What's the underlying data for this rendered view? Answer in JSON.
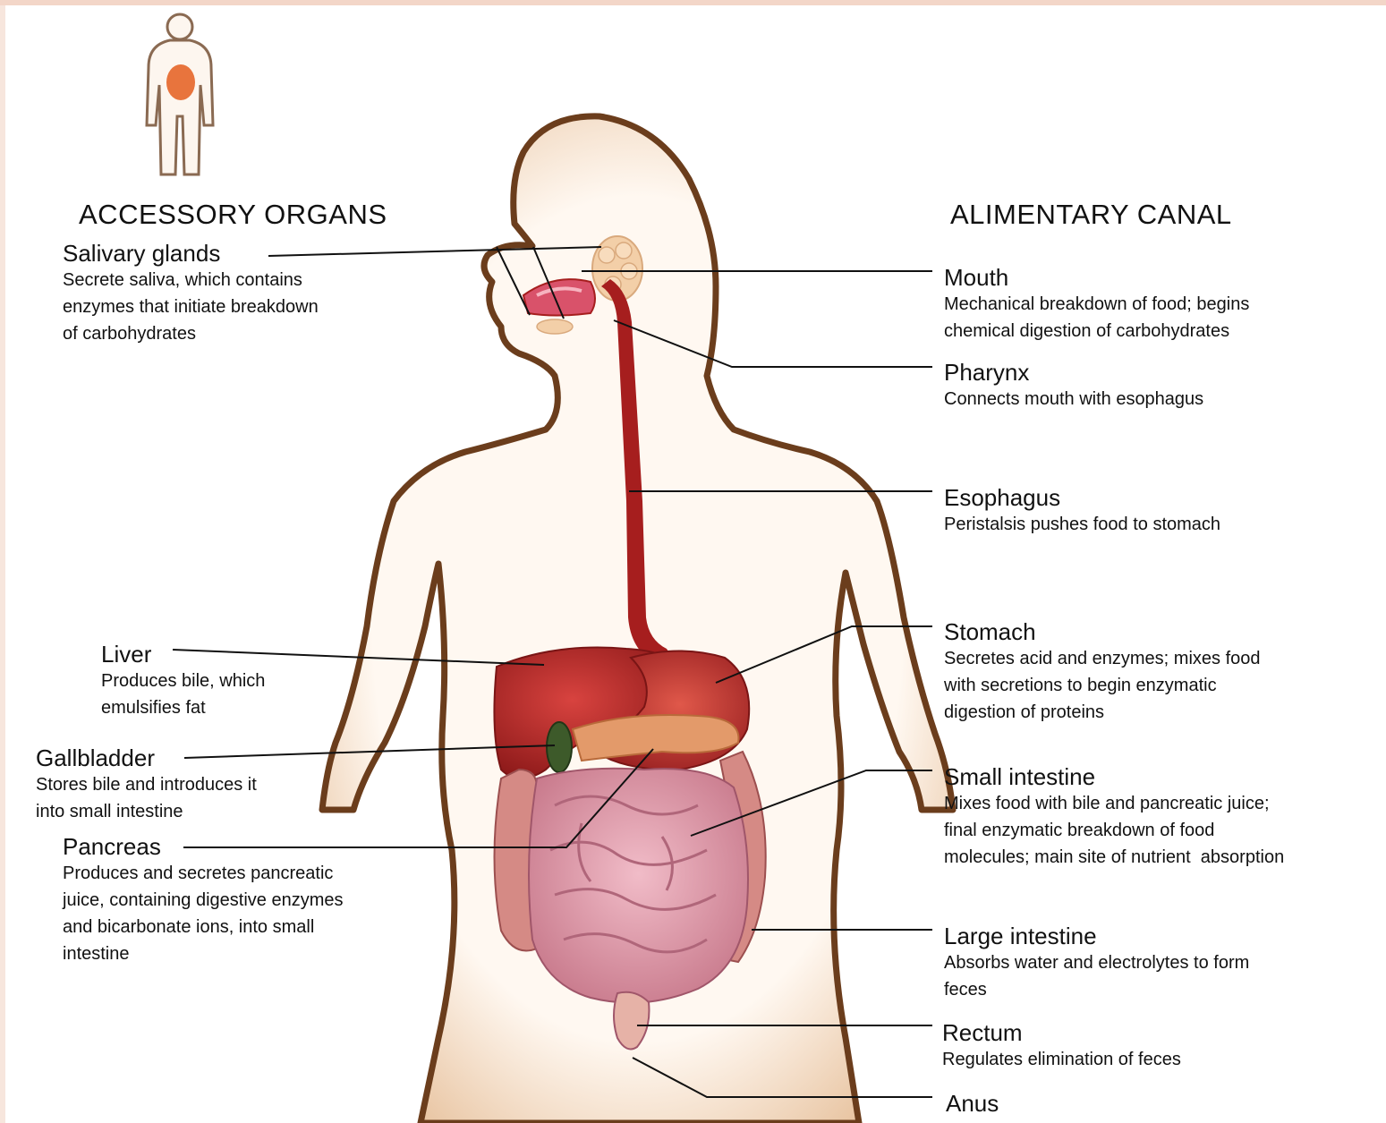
{
  "headings": {
    "left": "ACCESSORY  ORGANS",
    "right": "ALIMENTARY CANAL"
  },
  "accessory": [
    {
      "name": "Salivary glands",
      "desc": "Secrete saliva, which contains\nenzymes that initiate breakdown\nof carbohydrates"
    },
    {
      "name": "Liver",
      "desc": "Produces bile, which\nemulsifies fat"
    },
    {
      "name": "Gallbladder",
      "desc": "Stores bile and introduces it\ninto small intestine"
    },
    {
      "name": "Pancreas",
      "desc": "Produces and secretes pancreatic\njuice, containing digestive enzymes\nand bicarbonate ions, into small\nintestine"
    }
  ],
  "canal": [
    {
      "name": "Mouth",
      "desc": "Mechanical breakdown of food; begins\nchemical digestion of carbohydrates"
    },
    {
      "name": "Pharynx",
      "desc": "Connects mouth with esophagus"
    },
    {
      "name": "Esophagus",
      "desc": "Peristalsis pushes food to stomach"
    },
    {
      "name": "Stomach",
      "desc": "Secretes acid and enzymes; mixes food\nwith secretions to begin enzymatic\ndigestion of proteins"
    },
    {
      "name": "Small intestine",
      "desc": "Mixes food with bile and pancreatic juice;\nfinal enzymatic breakdown of food\nmolecules; main site of nutrient  absorption"
    },
    {
      "name": "Large intestine",
      "desc": "Absorbs water and electrolytes to form\nfeces"
    },
    {
      "name": "Rectum",
      "desc": "Regulates elimination of feces"
    },
    {
      "name": "Anus",
      "desc": ""
    }
  ],
  "colors": {
    "body_outline": "#6b3d1c",
    "body_fill": "#fdf3ea",
    "tract": "#a61e1e",
    "liver": "#b8292a",
    "stomach": "#c0392b",
    "pancreas": "#e39a6a",
    "gallbladder": "#3d5a2a",
    "intestine": "#e7a5b4",
    "large_intestine": "#d58a85",
    "salivary": "#f3cfa8",
    "leader_line": "#111111"
  }
}
